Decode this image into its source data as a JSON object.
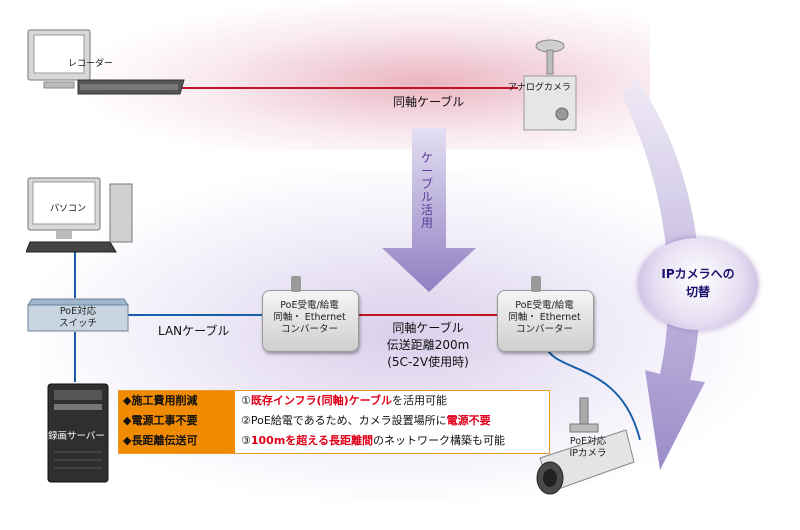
{
  "devices": {
    "recorder": "レコーダー",
    "analog_camera": "アナログカメラ",
    "pc": "パソコン",
    "switch": [
      "PoE対応",
      "スイッチ"
    ],
    "server": "録画サーバー",
    "converter_left": [
      "PoE受電/給電",
      "同軸・ Ethernet",
      "コンバーター"
    ],
    "converter_right": [
      "PoE受電/給電",
      "同軸・ Ethernet",
      "コンバーター"
    ],
    "ip_camera": [
      "PoE対応",
      "IPカメラ"
    ]
  },
  "cables": {
    "top_coax": "同軸ケーブル",
    "lan": "LANケーブル",
    "coax_line1": "同軸ケーブル",
    "coax_line2": "伝送距離200m",
    "coax_line3": "(5C-2V使用時)"
  },
  "arrow_label": "ケーブル活用",
  "switchover": [
    "IPカメラへの",
    "切替"
  ],
  "features": {
    "left": [
      "◆施工費用削減",
      "◆電源工事不要",
      "◆長距離伝送可"
    ],
    "right": [
      {
        "pre": "①",
        "red": "既存インフラ(同軸)ケーブル",
        "post": "を活用可能"
      },
      {
        "pre": "②PoE給電であるため、カメラ設置場所に",
        "red": "電源不要",
        "post": ""
      },
      {
        "pre": "③",
        "red": "100mを超える長距離間",
        "post": "のネットワーク構築も可能"
      }
    ]
  },
  "colors": {
    "coax": "#c0141e",
    "lan": "#1a5ea8",
    "feature_accent": "#f08a00",
    "arrow": "#9a8cc8"
  }
}
